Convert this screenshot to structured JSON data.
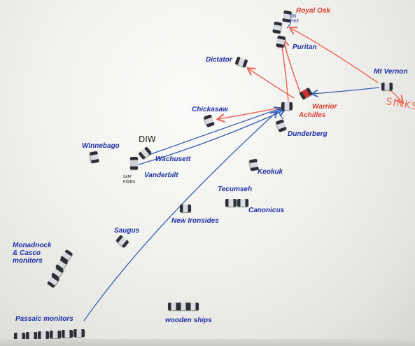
{
  "labels": {
    "royal_oak": "Royal Oak",
    "puritan": "Puritan",
    "dictator": "Dictator",
    "mt_vernon": "Mt Vernon",
    "warrior": "Warrior",
    "achilles": "Achilles",
    "chickasaw": "Chickasaw",
    "dunderberg": "Dunderberg",
    "winnebago": "Winnebago",
    "wachusett": "Wachusett",
    "vanderbilt": "Vanderbilt",
    "keokuk": "Keokuk",
    "tecumseh": "Tecumseh",
    "canonicus": "Canonicus",
    "new_ironsides": "New Ironsides",
    "saugus": "Saugus",
    "monadnock": "Monadnock\n& Casco\nmonitors",
    "passaic": "Passaic monitors",
    "wooden_ships": "wooden ships"
  },
  "notes": {
    "on_fire": "ON\nFIRE",
    "diw": "DIW",
    "sunk_rising": "SAM'\nRISING",
    "sinks": "SINKS"
  },
  "colors": {
    "union_blue": "#1f2fa8",
    "confederate_red": "#e23a2e",
    "arrow_red": "#f2675a",
    "arrow_blue": "#3a5db8"
  }
}
